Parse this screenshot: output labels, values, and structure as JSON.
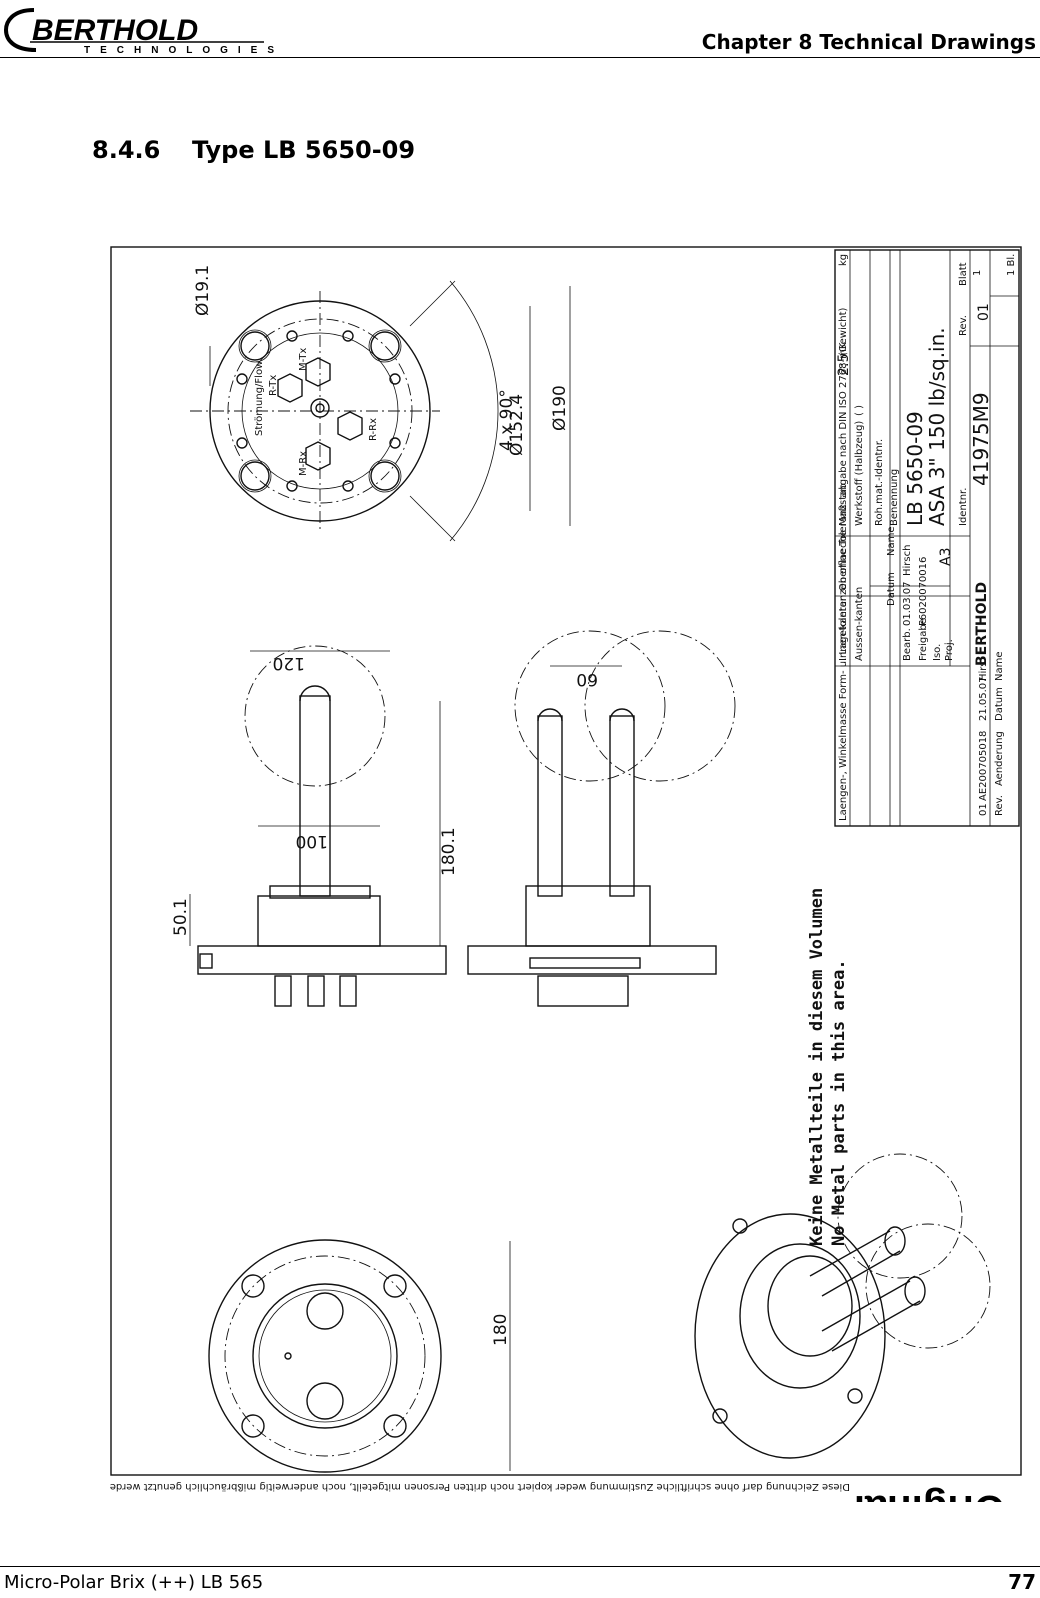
{
  "header": {
    "logo_text": "BERTHOLD",
    "logo_sub": "TECHNOLOGIES",
    "chapter_title": "Chapter 8 Technical Drawings"
  },
  "section": {
    "number": "8.4.6",
    "title": "Type LB 5650-09"
  },
  "drawing": {
    "dim_19_1": "Ø19.1",
    "dim_152_4": "Ø152.4",
    "dim_190": "Ø190",
    "holes": "4 x 90°",
    "labels": [
      "M-Tx",
      "R-Tx",
      "R-Rx",
      "M-Rx",
      "Strömung/Flow"
    ],
    "dim_120": "120",
    "dim_100": "100",
    "dim_180_1": "180.1",
    "dim_50_1": "50.1",
    "dim_60": "60",
    "dim_180": "180",
    "note_de": "Keine Metallteile in diesem Volumen",
    "note_en": "No Metal parts in this area.",
    "copyright": "Diese Zeichnung darf ohne schriftliche Zustimmung weder kopiert noch dritten Personen mitgeteilt, noch anderweitig mißbräuchlich genutzt werden. Copyrights reserved",
    "stamp": "Original"
  },
  "title_block": {
    "scale_label": "Maßstab",
    "scale": "2:5",
    "weight_label": "(Gewicht)",
    "weight_unit": "kg",
    "material_label": "Werkstoff (Halbzeug)",
    "material_value": "( )",
    "rohmat_label": "Roh.mat.-Identnr.",
    "name_label": "Benennung",
    "name_line1": "LB 5650-09",
    "name_line2": "ASA 3\" 150 lb/sq.in.",
    "ident_label": "Identnr.",
    "ident": "41975M9",
    "rev_label": "Rev.",
    "rev": "01",
    "sheet_label": "Blatt",
    "sheet": "1",
    "sheet_total": "1 Bl.",
    "surface_label": "Oberflaeche",
    "inner_edges": "Innen-kanten",
    "outer_edges": "Aussen-kanten",
    "tolerance_note": "Laengen-, Winkelmasse Form- u. Lagetoleranzen ohne Toleranz- angabe nach DIN ISO 2768-mK",
    "datum_label": "Datum",
    "name_col_label": "Name",
    "bearb_label": "Bearb.",
    "bearb_date": "01.03.07",
    "bearb_name": "Hirsch",
    "freigabe_label": "Freigabe",
    "freigabe_value": "F6020070016",
    "iso_label": "Iso.",
    "proj_label": "Proj.",
    "format": "A3",
    "change_rev": "01",
    "change_no": "AE200705018",
    "change_date": "21.05.07",
    "change_name": "Hirs.",
    "rev_col": "Rev.",
    "aend_col": "Aenderung",
    "datum_col": "Datum",
    "name_col": "Name"
  },
  "footer": {
    "left": "Micro-Polar Brix (++) LB 565",
    "page": "77"
  }
}
